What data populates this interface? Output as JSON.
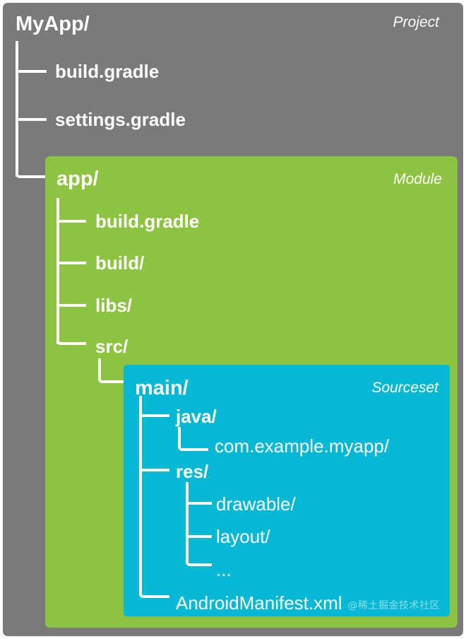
{
  "diagram": {
    "title": "Android Gradle project structure tree",
    "colors": {
      "project_bg": "#7a7a7a",
      "module_bg": "#8cc441",
      "sourceset_bg": "#05b8d4",
      "text": "#ffffff",
      "line": "#ffffff"
    }
  },
  "project": {
    "kind_tag": "Project",
    "root_label": "MyApp/",
    "children": [
      {
        "label": "build.gradle"
      },
      {
        "label": "settings.gradle"
      }
    ]
  },
  "module": {
    "kind_tag": "Module",
    "root_label": "app/",
    "children": [
      {
        "label": "build.gradle"
      },
      {
        "label": "build/"
      },
      {
        "label": "libs/"
      },
      {
        "label": "src/"
      }
    ]
  },
  "sourceset": {
    "kind_tag": "Sourceset",
    "root_label": "main/",
    "children": [
      {
        "label": "java/"
      },
      {
        "label": "com.example.myapp/"
      },
      {
        "label": "res/"
      },
      {
        "label": "drawable/"
      },
      {
        "label": "layout/"
      },
      {
        "label": "..."
      },
      {
        "label": "AndroidManifest.xml"
      }
    ]
  },
  "watermark": {
    "text": "@稀土掘金技术社区"
  }
}
